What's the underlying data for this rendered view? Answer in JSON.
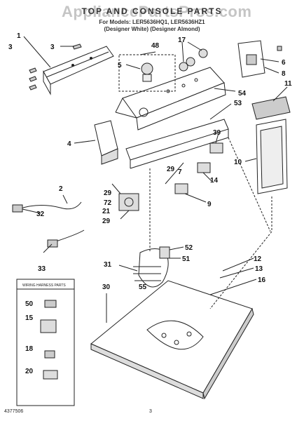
{
  "header": {
    "title": "TOP AND CONSOLE PARTS",
    "model_line": "For Models: LER5636HQ1, LER5636HZ1",
    "color_line": "(Designer White)    (Designer Almond)"
  },
  "watermark": "AppliancePartsPros.com",
  "legend": {
    "title": "WIRING HARNESS PARTS",
    "labels": [
      "50",
      "15",
      "18",
      "20"
    ]
  },
  "callouts": [
    "1",
    "3",
    "3",
    "48",
    "17",
    "5",
    "6",
    "8",
    "54",
    "11",
    "53",
    "4",
    "39",
    "10",
    "29",
    "7",
    "29",
    "14",
    "72",
    "9",
    "21",
    "2",
    "32",
    "29",
    "33",
    "52",
    "31",
    "51",
    "55",
    "12",
    "13",
    "16",
    "30"
  ],
  "footer": {
    "doc_number": "4377506",
    "page_number": "3"
  }
}
